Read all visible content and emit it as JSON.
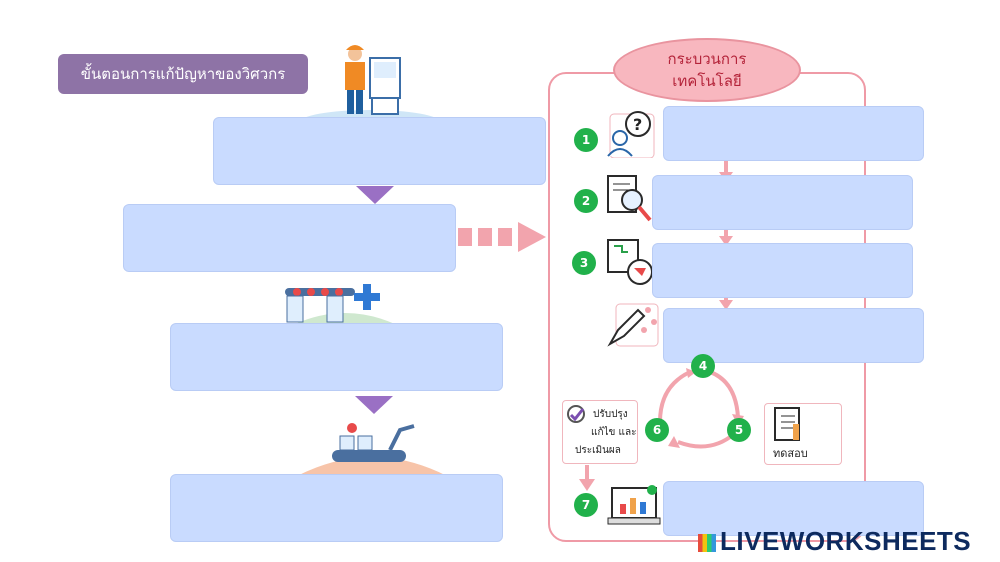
{
  "left": {
    "title": "ขั้นตอนการแก้ปัญหาของวิศวกร"
  },
  "process": {
    "title_line1": "กระบวนการ",
    "title_line2": "เทคโนโลยี",
    "steps": [
      "1",
      "2",
      "3",
      "4",
      "5",
      "6",
      "7"
    ],
    "card_improve_line1": "ปรับปรุง",
    "card_improve_line2": "แก้ไข และ",
    "card_improve_line3": "ประเมินผล",
    "card_test": "ทดสอบ"
  },
  "watermark": "LIVEWORKSHEETS",
  "colors": {
    "purple": "#8e73a6",
    "input": "#c9dbff",
    "pink": "#ef9aa6",
    "green": "#21b14b"
  }
}
